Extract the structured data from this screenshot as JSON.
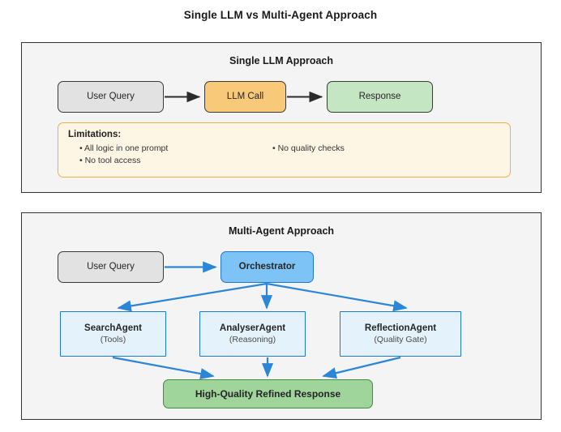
{
  "figure": {
    "title": "Single LLM vs Multi-Agent Approach"
  },
  "colors": {
    "panel_bg": "#f4f4f4",
    "panel_border": "#333333",
    "gray_node": "#e2e2e2",
    "orange_node": "#f8c979",
    "light_green_node": "#c5e6c2",
    "blue_node": "#7ec3f5",
    "blue_accent": "#1f77d0",
    "light_blue_node": "#e4f2fb",
    "green_node": "#9fd59b",
    "green_border": "#3f8e43",
    "limitations_bg": "#fdf6e4",
    "limitations_border": "#f0ad4e",
    "arrow_dark": "#2b2b2b"
  },
  "single_panel": {
    "title": "Single LLM Approach",
    "nodes": [
      {
        "label": "User Query"
      },
      {
        "label": "LLM Call"
      },
      {
        "label": "Response"
      }
    ],
    "limitations": {
      "title": "Limitations:",
      "left_items": [
        "All logic in one prompt",
        "No tool access"
      ],
      "right_items": [
        "No quality checks"
      ]
    }
  },
  "multi_panel": {
    "title": "Multi-Agent Approach",
    "user_query": {
      "label": "User Query"
    },
    "orchestrator": {
      "label": "Orchestrator"
    },
    "agents": [
      {
        "label": "SearchAgent",
        "sub": "(Tools)"
      },
      {
        "label": "AnalyserAgent",
        "sub": "(Reasoning)"
      },
      {
        "label": "ReflectionAgent",
        "sub": "(Quality Gate)"
      }
    ],
    "final": {
      "label": "High-Quality Refined Response"
    }
  }
}
